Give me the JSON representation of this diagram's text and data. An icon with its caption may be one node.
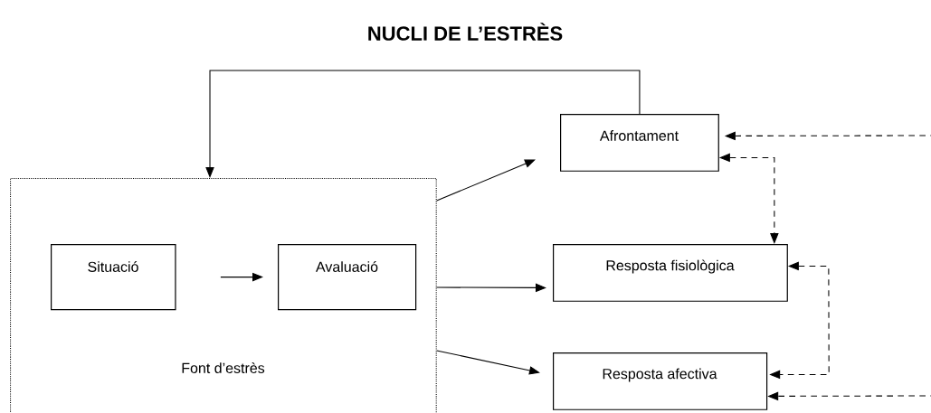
{
  "diagram": {
    "title": "NUCLI DE L’ESTRÈS",
    "nodes": [
      {
        "text": [
          "Font d’estrès"
        ]
      },
      {
        "text": [
          "Situació"
        ],
        "in": 0
      },
      {
        "text": [
          "Avaluació"
        ],
        "in": 0
      },
      {
        "text": [
          "Afrontament"
        ]
      },
      {
        "text": [
          "Resposta fisiològica"
        ]
      },
      {
        "text": [
          "Resposta afectiva"
        ]
      }
    ],
    "edges": [
      {
        "from": 1,
        "to": 2,
        "arrow": "to"
      },
      {
        "from": 0,
        "to": 3,
        "arrow": "to"
      },
      {
        "from": 0,
        "to": 4,
        "arrow": "to"
      },
      {
        "from": 0,
        "to": 5,
        "arrow": "to"
      },
      {
        "from": 3,
        "to": 0,
        "arrow": "to"
      },
      {
        "from": 3,
        "to": 4,
        "arrow": "both",
        "style": "dashed"
      },
      {
        "from": 4,
        "to": 5,
        "arrow": "both",
        "style": "dashed"
      },
      {
        "from": null,
        "to": 3,
        "arrow": "to",
        "style": "dashed"
      },
      {
        "from": null,
        "to": 5,
        "arrow": "to",
        "style": "dashed"
      }
    ]
  }
}
